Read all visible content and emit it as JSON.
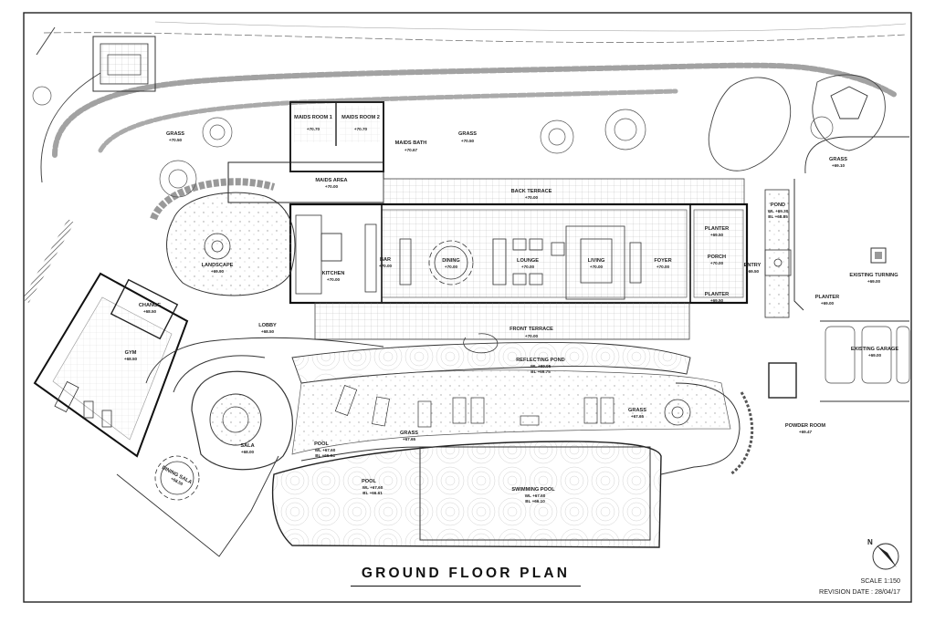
{
  "drawing": {
    "title": "GROUND FLOOR PLAN",
    "scale": "SCALE 1:150",
    "revision": "REVISION DATE : 28/04/17",
    "north_label": "N"
  },
  "rooms": {
    "grass_nw": {
      "name": "GRASS",
      "level": "+70.50"
    },
    "grass_n": {
      "name": "GRASS",
      "level": "+70.50"
    },
    "grass_ne": {
      "name": "GRASS",
      "level": "+69.10"
    },
    "maids_room_1": {
      "name": "MAIDS ROOM 1",
      "level": "+70.70"
    },
    "maids_room_2": {
      "name": "MAIDS ROOM 2",
      "level": "+70.70"
    },
    "maids_bath": {
      "name": "MAIDS BATH",
      "level": "+70.67"
    },
    "maids_area": {
      "name": "MAIDS AREA",
      "level": "+70.00"
    },
    "back_terrace": {
      "name": "BACK TERRACE",
      "level": "+70.00"
    },
    "pond": {
      "name": "POND",
      "wl": "WL +69.30",
      "bl": "BL +68.85"
    },
    "landscape": {
      "name": "LANDSCAPE",
      "level": "+69.90"
    },
    "kitchen": {
      "name": "KITCHEN",
      "level": "+70.00"
    },
    "bar": {
      "name": "BAR",
      "level": "+70.00"
    },
    "dining": {
      "name": "DINING",
      "level": "+70.00"
    },
    "lounge": {
      "name": "LOUNGE",
      "level": "+70.00"
    },
    "living": {
      "name": "LIVING",
      "level": "+70.00"
    },
    "foyer": {
      "name": "FOYER",
      "level": "+70.00"
    },
    "planter_top": {
      "name": "PLANTER",
      "level": "+69.50"
    },
    "porch": {
      "name": "PORCH",
      "level": "+70.00"
    },
    "planter_bottom": {
      "name": "PLANTER",
      "level": "+69.50"
    },
    "entry": {
      "name": "ENTRY",
      "level": "+69.50"
    },
    "existing_turning": {
      "name": "EXISTING TURNING",
      "level": "+69.00"
    },
    "planter_east": {
      "name": "PLANTER",
      "level": "+69.00"
    },
    "change": {
      "name": "CHANGE",
      "level": "+68.50"
    },
    "lobby": {
      "name": "LOBBY",
      "level": "+68.50"
    },
    "front_terrace": {
      "name": "FRONT TERRACE",
      "level": "+70.00"
    },
    "existing_garage": {
      "name": "EXISTING GARAGE",
      "level": "+69.00"
    },
    "gym": {
      "name": "GYM",
      "level": "+68.50"
    },
    "reflecting_pond": {
      "name": "REFLECTING POND",
      "wl": "WL +69.95",
      "bl": "BL +69.75"
    },
    "grass_pool": {
      "name": "GRASS",
      "level": "+67.65"
    },
    "grass_se": {
      "name": "GRASS",
      "level": "+67.65"
    },
    "powder_room": {
      "name": "POWDER ROOM",
      "level": "+69.47"
    },
    "pool_upper": {
      "name": "POOL",
      "wl": "WL +67.60",
      "bl": "BL +66.94"
    },
    "sala": {
      "name": "SALA",
      "level": "+68.00"
    },
    "pool_lower": {
      "name": "POOL",
      "wl": "WL +67.60",
      "bl": "BL +66.61"
    },
    "swimming_pool": {
      "name": "SWIMMING POOL",
      "wl": "WL +67.60",
      "bl": "BL +66.10"
    },
    "dining_sala": {
      "name": "DINING SALA",
      "level": "+68.50"
    }
  }
}
